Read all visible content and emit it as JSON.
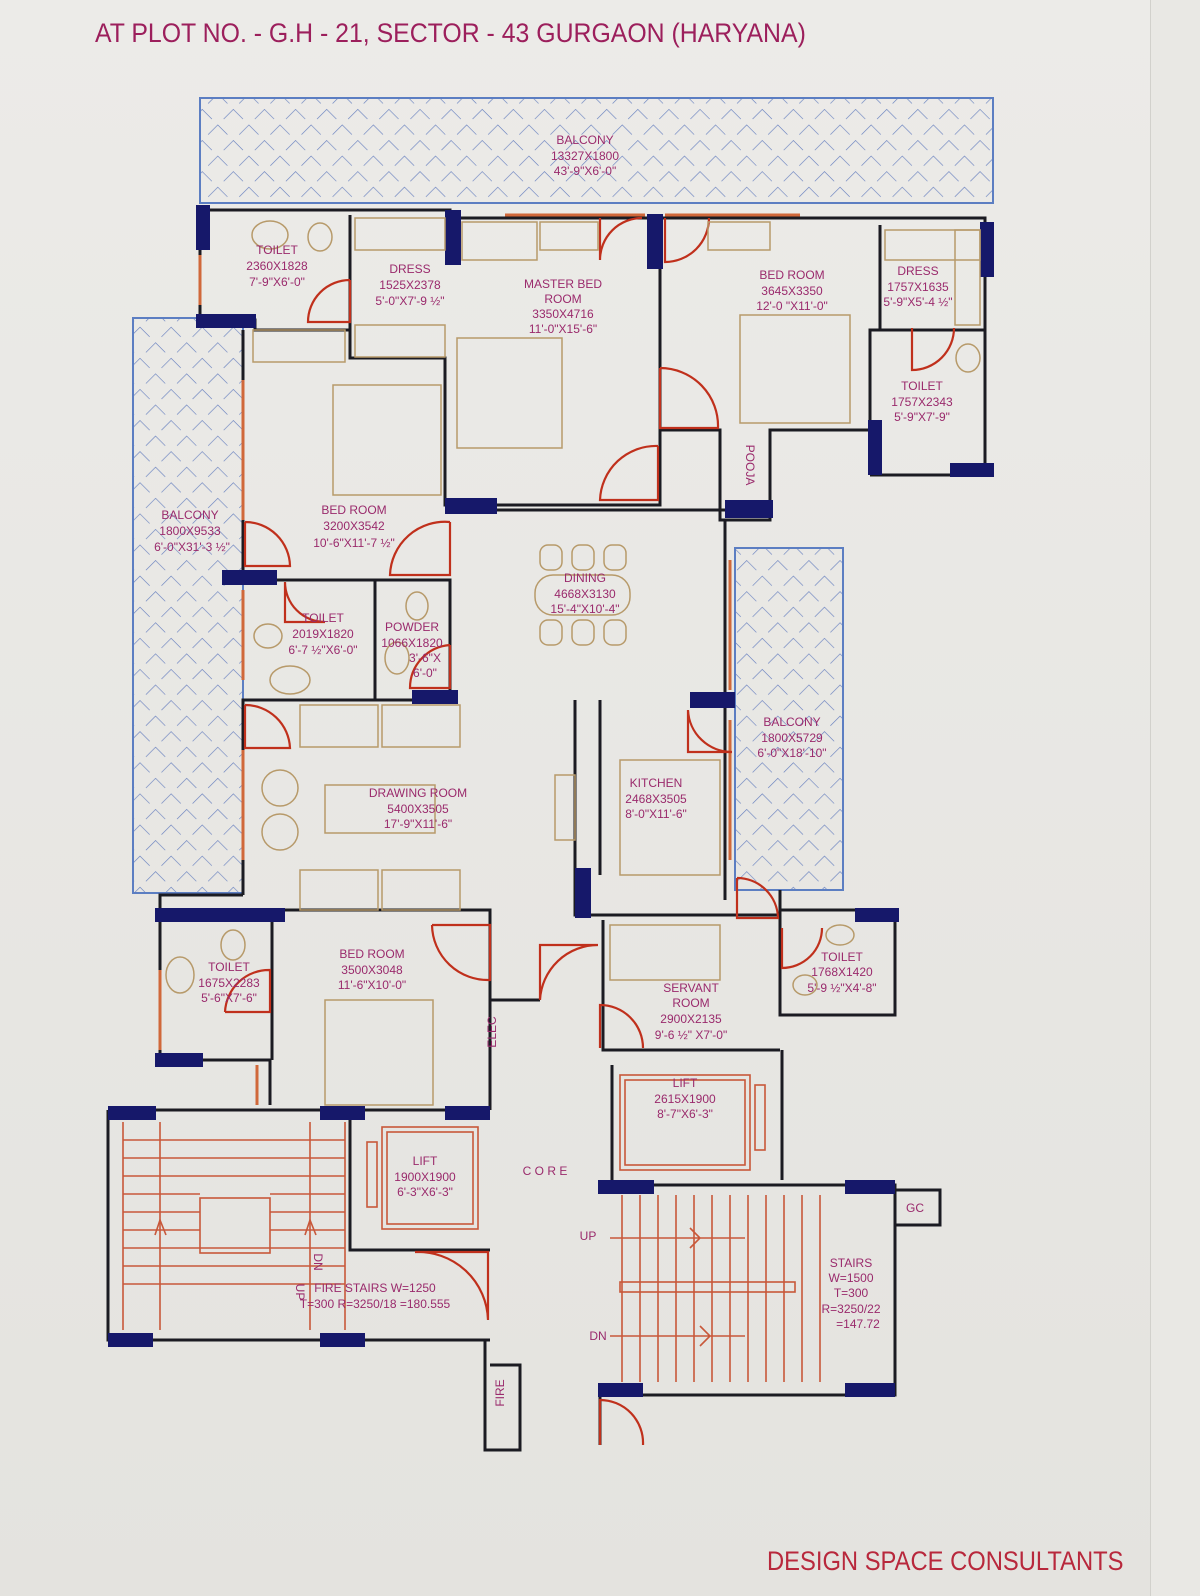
{
  "header": {
    "address": "AT PLOT NO. -  G.H - 21, SECTOR - 43 GURGAON (HARYANA)"
  },
  "footer": {
    "consultant": "DESIGN SPACE CONSULTANTS"
  },
  "colors": {
    "label": "#9a2a6c",
    "wall": "#1b1b22",
    "column": "#16186a",
    "door": "#c0301c",
    "balcony": "#5c7ec2"
  },
  "rooms": {
    "balcony_top": {
      "name": "BALCONY",
      "mm": "13327X1800",
      "ft": "43'-9\"X6'-0\""
    },
    "toilet_master": {
      "name": "TOILET",
      "mm": "2360X1828",
      "ft": "7'-9\"X6'-0\""
    },
    "dress_master": {
      "name": "DRESS",
      "mm": "1525X2378",
      "ft": "5'-0\"X7'-9 ½\""
    },
    "master_bed": {
      "name": "MASTER BED",
      "name2": "ROOM",
      "mm": "3350X4716",
      "ft": "11'-0\"X15'-6\""
    },
    "bed_ne": {
      "name": "BED ROOM",
      "mm": "3645X3350",
      "ft": "12'-0 \"X11'-0\""
    },
    "dress_ne": {
      "name": "DRESS",
      "mm": "1757X1635",
      "ft": "5'-9\"X5'-4 ½\""
    },
    "toilet_ne": {
      "name": "TOILET",
      "mm": "1757X2343",
      "ft": "5'-9\"X7'-9\""
    },
    "pooja": {
      "name": "POOJA"
    },
    "balcony_left": {
      "name": "BALCONY",
      "mm": "1800X9533",
      "ft": "6'-0\"X31'-3 ½\""
    },
    "bed_w": {
      "name": "BED ROOM",
      "mm": "3200X3542",
      "ft": "10'-6\"X11'-7 ½\""
    },
    "dining": {
      "name": "DINING",
      "mm": "4668X3130",
      "ft": "15'-4\"X10'-4\""
    },
    "toilet_w": {
      "name": "TOILET",
      "mm": "2019X1820",
      "ft": "6'-7 ½\"X6'-0\""
    },
    "powder": {
      "name": "POWDER",
      "mm": "1066X1820",
      "ft": "3'-6\"X",
      "ft2": "6'-0\""
    },
    "balcony_right": {
      "name": "BALCONY",
      "mm": "1800X5729",
      "ft": "6'-0\"X18'-10\""
    },
    "kitchen": {
      "name": "KITCHEN",
      "mm": "2468X3505",
      "ft": "8'-0\"X11'-6\""
    },
    "drawing": {
      "name": "DRAWING ROOM",
      "mm": "5400X3505",
      "ft": "17'-9\"X11'-6\""
    },
    "toilet_sw": {
      "name": "TOILET",
      "mm": "1675X2283",
      "ft": "5'-6\"X7'-6\""
    },
    "bed_sw": {
      "name": "BED ROOM",
      "mm": "3500X3048",
      "ft": "11'-6\"X10'-0\""
    },
    "servant": {
      "name": "SERVANT",
      "name2": "ROOM",
      "mm": "2900X2135",
      "ft": "9'-6 ½\" X7'-0\""
    },
    "toilet_servant": {
      "name": "TOILET",
      "mm": "1768X1420",
      "ft": "5'-9 ½\"X4'-8\""
    },
    "elec": {
      "name": "ELEC"
    },
    "lift_large": {
      "name": "LIFT",
      "mm": "2615X1900",
      "ft": "8'-7\"X6'-3\""
    },
    "core": {
      "name": "C O R E"
    },
    "lift_small": {
      "name": "LIFT",
      "mm": "1900X1900",
      "ft": "6'-3\"X6'-3\""
    },
    "stairs": {
      "name": "STAIRS",
      "w": "W=1500",
      "t": "T=300",
      "r": "R=3250/22",
      "r2": "=147.72",
      "up": "UP",
      "dn": "DN"
    },
    "fire_stairs": {
      "name": "FIRE STAIRS W=1250",
      "spec": "T=300 R=3250/18 =180.555",
      "up": "UP",
      "dn": "DN"
    },
    "gc": {
      "name": "GC"
    },
    "fire": {
      "name": "FIRE"
    }
  }
}
